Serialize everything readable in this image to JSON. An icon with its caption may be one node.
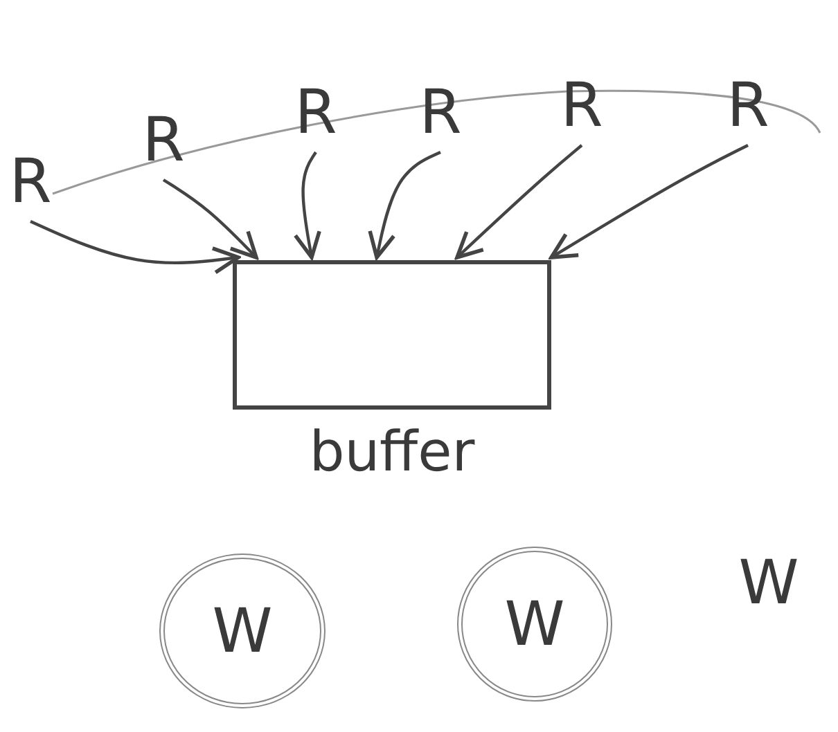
{
  "diagram": {
    "nodes": [
      {
        "text": [
          "R"
        ]
      },
      {
        "text": [
          "R"
        ]
      },
      {
        "text": [
          "R"
        ]
      },
      {
        "text": [
          "R"
        ]
      },
      {
        "text": [
          "R"
        ]
      },
      {
        "text": [
          "R"
        ]
      },
      {
        "text": [
          "buffer"
        ]
      },
      {
        "text": [
          "W"
        ]
      },
      {
        "text": [
          "W"
        ]
      },
      {
        "text": [
          "W"
        ]
      }
    ],
    "edges": [
      {
        "from": 0,
        "to": 6,
        "arrow": "to"
      },
      {
        "from": 1,
        "to": 6,
        "arrow": "to"
      },
      {
        "from": 2,
        "to": 6,
        "arrow": "to"
      },
      {
        "from": 3,
        "to": 6,
        "arrow": "to"
      },
      {
        "from": 4,
        "to": 6,
        "arrow": "to"
      },
      {
        "from": 5,
        "to": 6,
        "arrow": "to"
      }
    ]
  }
}
